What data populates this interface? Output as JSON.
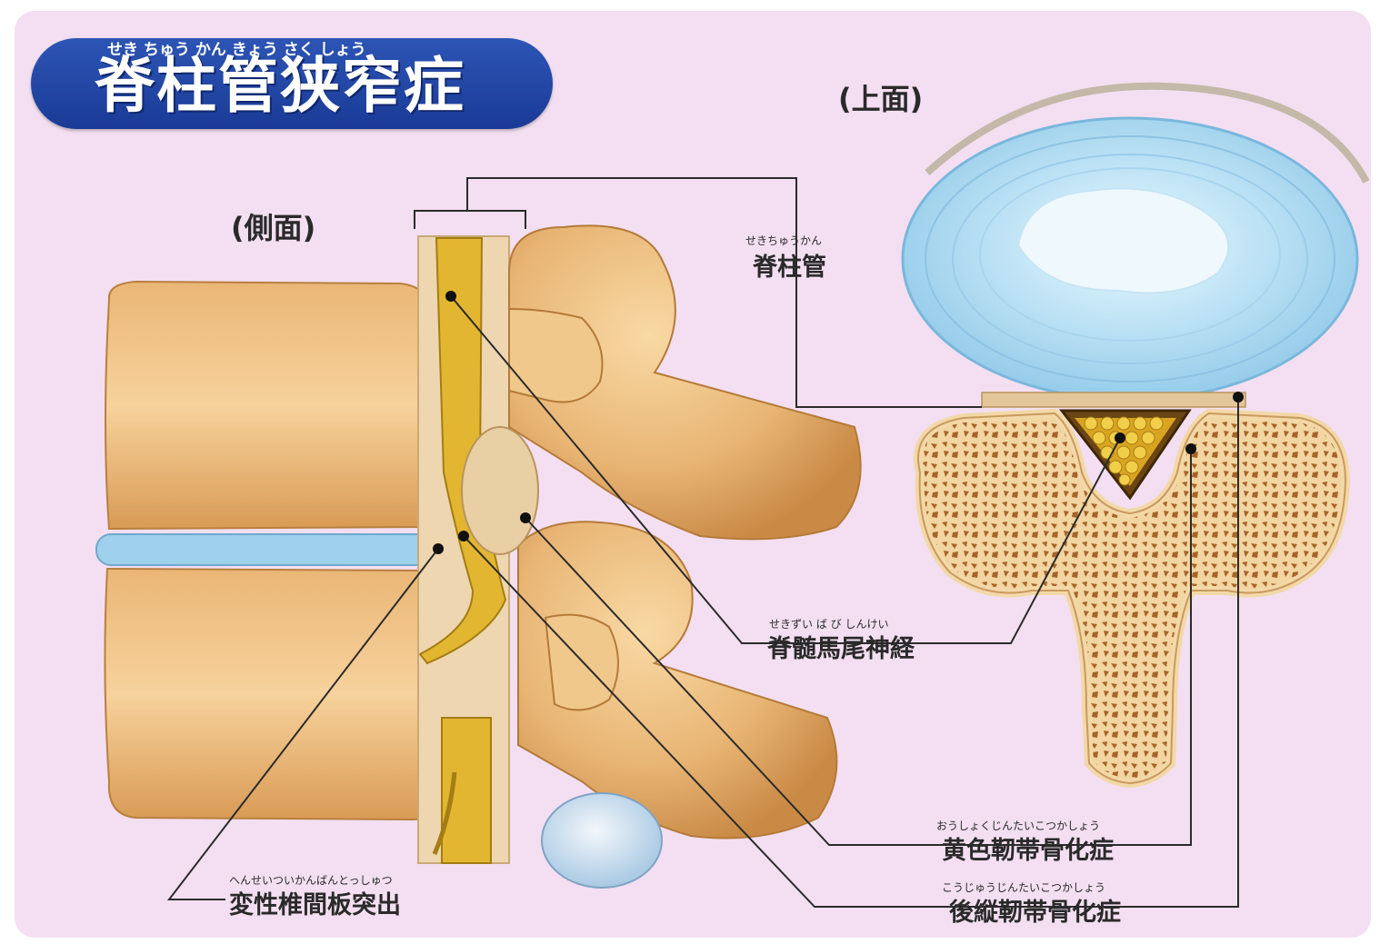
{
  "title": {
    "furigana": "せき ちゅう かん きょう さく しょう",
    "text": "脊柱管狭窄症"
  },
  "views": {
    "side": "(側面)",
    "top": "(上面)"
  },
  "labels": {
    "spinal_canal": {
      "furigana": "せきちゅうかん",
      "text": "脊柱管"
    },
    "cauda_equina": {
      "furigana": "せきずい ば び しんけい",
      "text": "脊髄馬尾神経"
    },
    "ligamentum_flavum": {
      "furigana": "おうしょくじんたいこつかしょう",
      "text": "黄色靭帯骨化症"
    },
    "pll_ossification": {
      "furigana": "こうじゅうじんたいこつかしょう",
      "text": "後縦靭帯骨化症"
    },
    "disc_herniation": {
      "furigana": "へんせいついかんばんとっしゅつ",
      "text": "変性椎間板突出"
    }
  },
  "colors": {
    "background": "#f3dff1",
    "title_pill": "#2344a8",
    "bone": "#e9b97a",
    "disc": "#9fd0ec",
    "nerve": "#e2b630",
    "leader_line": "#2b2b2b"
  }
}
